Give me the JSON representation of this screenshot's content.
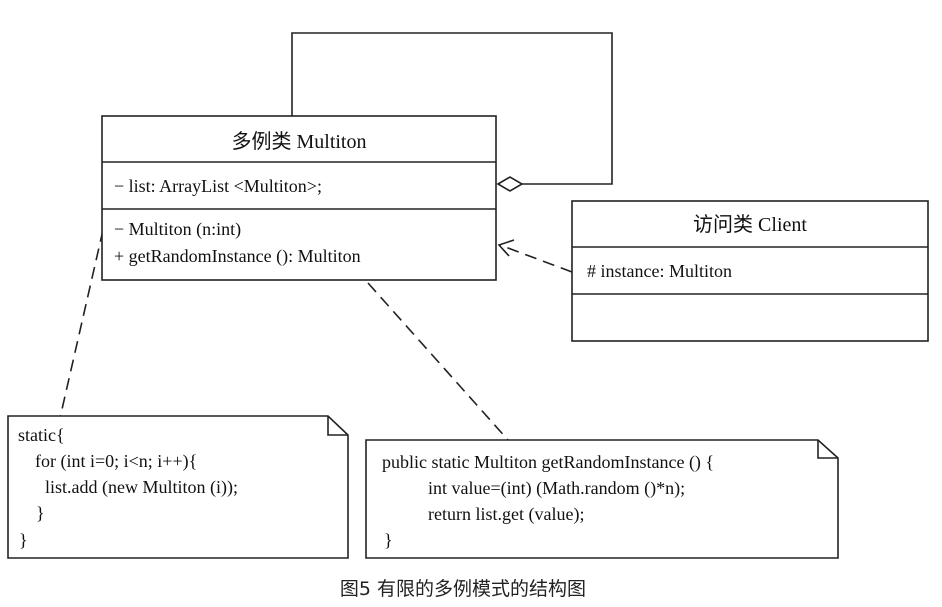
{
  "multiton_class": {
    "name": "多例类 Multiton",
    "attribute": "− list: ArrayList <Multiton>;",
    "operations": [
      "− Multiton (n:int)",
      "+ getRandomInstance (): Multiton"
    ]
  },
  "client_class": {
    "name": "访问类 Client",
    "attribute": "# instance: Multiton"
  },
  "note_static": {
    "lines": [
      "static{",
      "for (int i=0;  i<n;  i++){",
      "list.add (new Multiton (i));",
      "}",
      "}"
    ]
  },
  "note_method": {
    "lines": [
      "public static Multiton getRandomInstance () {",
      "int value=(int) (Math.random ()*n);",
      "return list.get (value);",
      "}"
    ]
  },
  "caption": "图5 有限的多例模式的结构图"
}
